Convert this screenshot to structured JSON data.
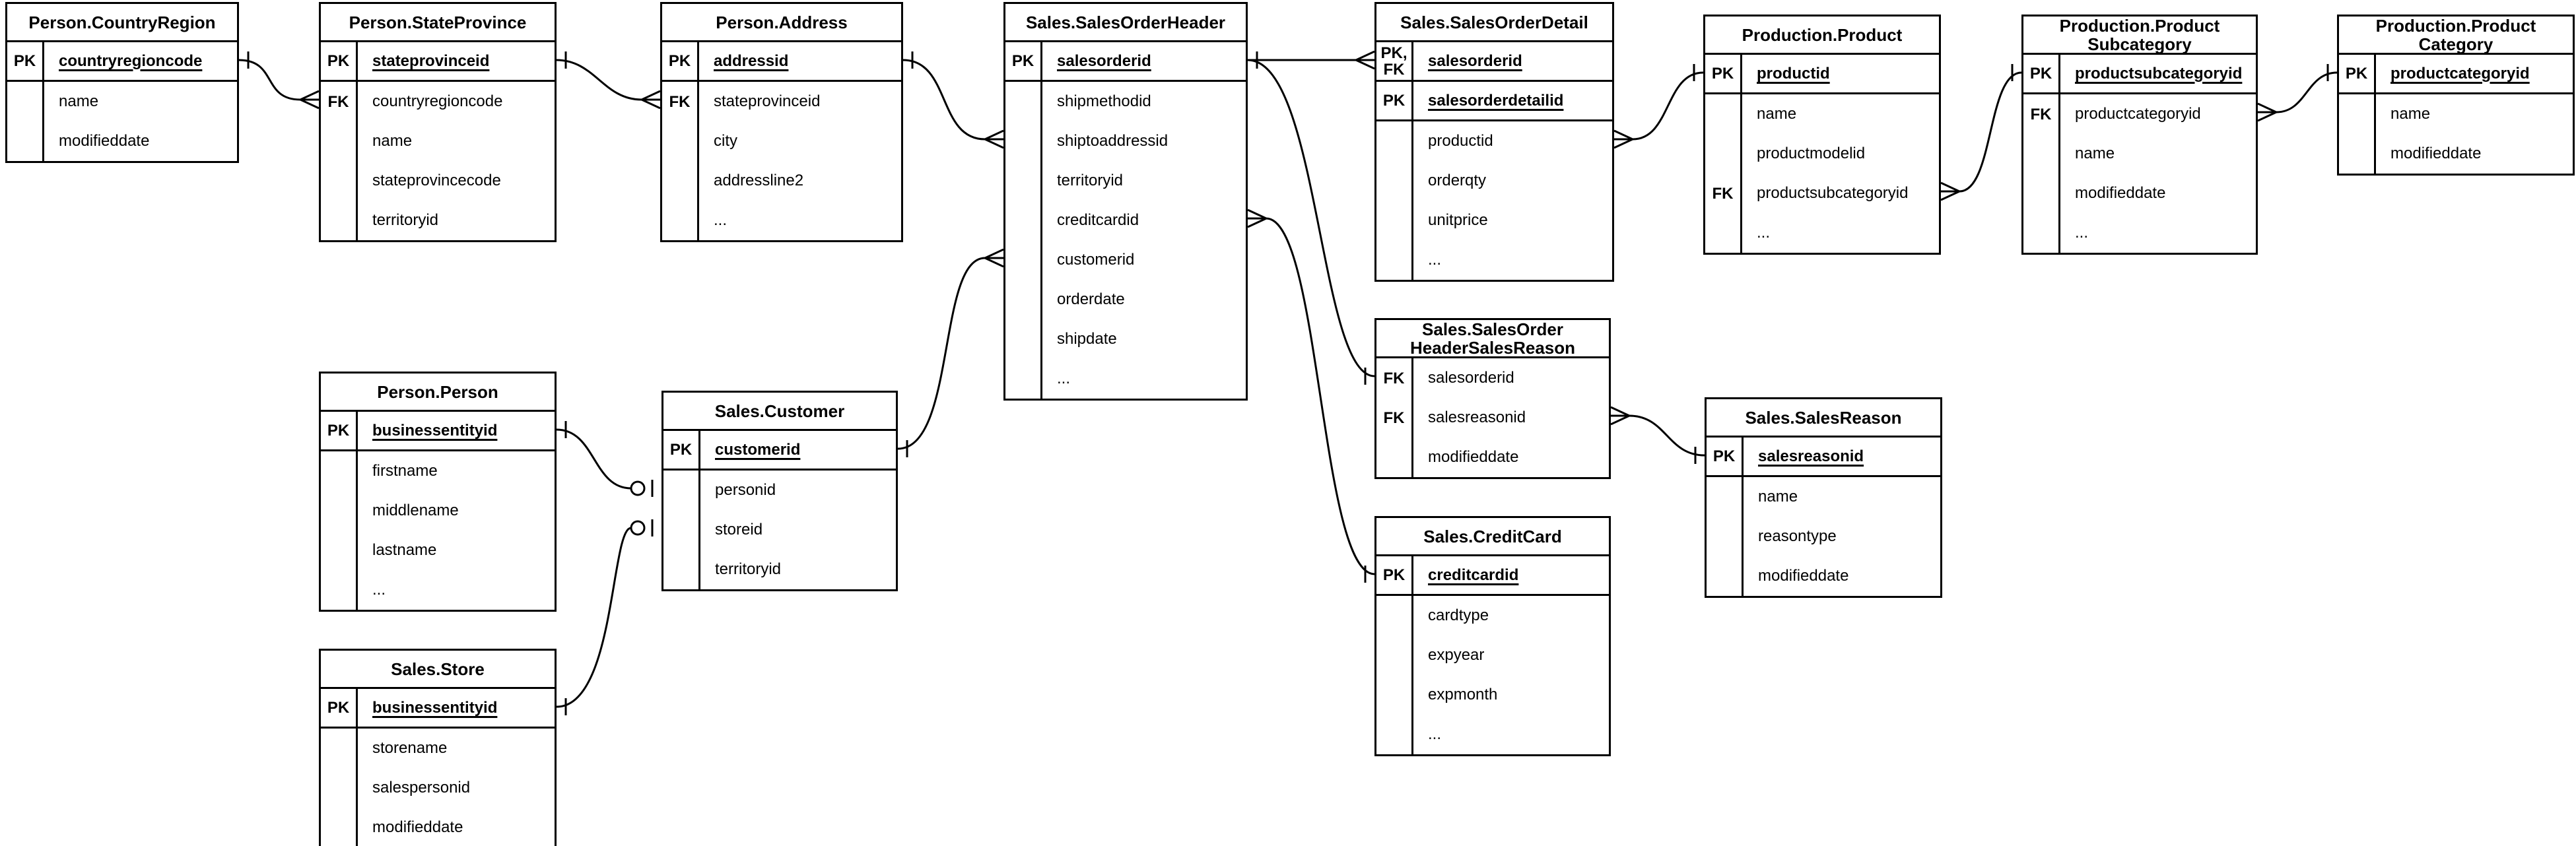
{
  "diagram": {
    "kind": "entity-relationship-diagram",
    "notation": {
      "one": "tick",
      "many": "crow-foot",
      "zero_or_one": "circle-tick"
    },
    "colors": {
      "line": "#000000",
      "background": "#ffffff",
      "table_background": "#ffffff",
      "text": "#000000"
    }
  },
  "tables": [
    {
      "title": "Person.CountryRegion",
      "rows": [
        {
          "key": "PK",
          "field": "countryregioncode"
        },
        {
          "key": "",
          "field": "name"
        },
        {
          "key": "",
          "field": "modifieddate"
        }
      ]
    },
    {
      "title": "Person.StateProvince",
      "rows": [
        {
          "key": "PK",
          "field": "stateprovinceid"
        },
        {
          "key": "FK",
          "field": "countryregioncode"
        },
        {
          "key": "",
          "field": "name"
        },
        {
          "key": "",
          "field": "stateprovincecode"
        },
        {
          "key": "",
          "field": "territoryid"
        }
      ]
    },
    {
      "title": "Person.Address",
      "rows": [
        {
          "key": "PK",
          "field": "addressid"
        },
        {
          "key": "FK",
          "field": "stateprovinceid"
        },
        {
          "key": "",
          "field": "city"
        },
        {
          "key": "",
          "field": "addressline2"
        },
        {
          "key": "",
          "field": "..."
        }
      ]
    },
    {
      "title": "Sales.SalesOrderHeader",
      "rows": [
        {
          "key": "PK",
          "field": "salesorderid"
        },
        {
          "key": "",
          "field": "shipmethodid"
        },
        {
          "key": "",
          "field": "shiptoaddressid"
        },
        {
          "key": "",
          "field": "territoryid"
        },
        {
          "key": "",
          "field": "creditcardid"
        },
        {
          "key": "",
          "field": "customerid"
        },
        {
          "key": "",
          "field": "orderdate"
        },
        {
          "key": "",
          "field": "shipdate"
        },
        {
          "key": "",
          "field": "..."
        }
      ]
    },
    {
      "title": "Sales.SalesOrderDetail",
      "rows": [
        {
          "key": "PK,\nFK",
          "field": "salesorderid"
        },
        {
          "key": "PK",
          "field": "salesorderdetailid"
        },
        {
          "key": "",
          "field": "productid"
        },
        {
          "key": "",
          "field": "orderqty"
        },
        {
          "key": "",
          "field": "unitprice"
        },
        {
          "key": "",
          "field": "..."
        }
      ]
    },
    {
      "title": "Production.Product",
      "rows": [
        {
          "key": "PK",
          "field": "productid"
        },
        {
          "key": "",
          "field": "name"
        },
        {
          "key": "",
          "field": "productmodelid"
        },
        {
          "key": "FK",
          "field": "productsubcategoryid"
        },
        {
          "key": "",
          "field": "..."
        }
      ]
    },
    {
      "title": "Production.Product\nSubcategory",
      "rows": [
        {
          "key": "PK",
          "field": "productsubcategoryid"
        },
        {
          "key": "FK",
          "field": "productcategoryid"
        },
        {
          "key": "",
          "field": "name"
        },
        {
          "key": "",
          "field": "modifieddate"
        },
        {
          "key": "",
          "field": "..."
        }
      ]
    },
    {
      "title": "Production.Product\nCategory",
      "rows": [
        {
          "key": "PK",
          "field": "productcategoryid"
        },
        {
          "key": "",
          "field": "name"
        },
        {
          "key": "",
          "field": "modifieddate"
        }
      ]
    },
    {
      "title": "Person.Person",
      "rows": [
        {
          "key": "PK",
          "field": "businessentityid"
        },
        {
          "key": "",
          "field": "firstname"
        },
        {
          "key": "",
          "field": "middlename"
        },
        {
          "key": "",
          "field": "lastname"
        },
        {
          "key": "",
          "field": "..."
        }
      ]
    },
    {
      "title": "Sales.Customer",
      "rows": [
        {
          "key": "PK",
          "field": "customerid"
        },
        {
          "key": "",
          "field": "personid"
        },
        {
          "key": "",
          "field": "storeid"
        },
        {
          "key": "",
          "field": "territoryid"
        }
      ]
    },
    {
      "title": "Sales.SalesOrder\nHeaderSalesReason",
      "rows": [
        {
          "key": "FK",
          "field": "salesorderid"
        },
        {
          "key": "FK",
          "field": "salesreasonid"
        },
        {
          "key": "",
          "field": "modifieddate"
        }
      ]
    },
    {
      "title": "Sales.SalesReason",
      "rows": [
        {
          "key": "PK",
          "field": "salesreasonid"
        },
        {
          "key": "",
          "field": "name"
        },
        {
          "key": "",
          "field": "reasontype"
        },
        {
          "key": "",
          "field": "modifieddate"
        }
      ]
    },
    {
      "title": "Sales.CreditCard",
      "rows": [
        {
          "key": "PK",
          "field": "creditcardid"
        },
        {
          "key": "",
          "field": "cardtype"
        },
        {
          "key": "",
          "field": "expyear"
        },
        {
          "key": "",
          "field": "expmonth"
        },
        {
          "key": "",
          "field": "..."
        }
      ]
    },
    {
      "title": "Sales.Store",
      "rows": [
        {
          "key": "PK",
          "field": "businessentityid"
        },
        {
          "key": "",
          "field": "storename"
        },
        {
          "key": "",
          "field": "salespersonid"
        },
        {
          "key": "",
          "field": "modifieddate"
        }
      ]
    }
  ],
  "relationships": [
    {
      "from": "Person.CountryRegion.countryregioncode",
      "from_cardinality": "one",
      "to": "Person.StateProvince.countryregioncode",
      "to_cardinality": "many"
    },
    {
      "from": "Person.StateProvince.stateprovinceid",
      "from_cardinality": "one",
      "to": "Person.Address.stateprovinceid",
      "to_cardinality": "many"
    },
    {
      "from": "Person.Address.addressid",
      "from_cardinality": "one",
      "to": "Sales.SalesOrderHeader.shiptoaddressid",
      "to_cardinality": "many"
    },
    {
      "from": "Sales.Customer.customerid",
      "from_cardinality": "one",
      "to": "Sales.SalesOrderHeader.customerid",
      "to_cardinality": "many"
    },
    {
      "from": "Sales.SalesOrderHeader.salesorderid",
      "from_cardinality": "one",
      "to": "Sales.SalesOrderDetail.salesorderid",
      "to_cardinality": "many"
    },
    {
      "from": "Sales.SalesOrderHeader.salesorderid",
      "from_cardinality": "one",
      "to": "Sales.SalesOrderHeaderSalesReason.salesorderid",
      "to_cardinality": "one"
    },
    {
      "from": "Sales.CreditCard.creditcardid",
      "from_cardinality": "one",
      "to": "Sales.SalesOrderHeader.creditcardid",
      "to_cardinality": "many"
    },
    {
      "from": "Production.Product.productid",
      "from_cardinality": "one",
      "to": "Sales.SalesOrderDetail.productid",
      "to_cardinality": "many"
    },
    {
      "from": "Production.ProductSubcategory.productsubcategoryid",
      "from_cardinality": "one",
      "to": "Production.Product.productsubcategoryid",
      "to_cardinality": "many"
    },
    {
      "from": "Production.ProductCategory.productcategoryid",
      "from_cardinality": "one",
      "to": "Production.ProductSubcategory.productcategoryid",
      "to_cardinality": "many"
    },
    {
      "from": "Sales.SalesReason.salesreasonid",
      "from_cardinality": "one",
      "to": "Sales.SalesOrderHeaderSalesReason.salesreasonid",
      "to_cardinality": "many"
    },
    {
      "from": "Person.Person.businessentityid",
      "from_cardinality": "one",
      "to": "Sales.Customer.personid",
      "to_cardinality": "zero-or-one"
    },
    {
      "from": "Sales.Store.businessentityid",
      "from_cardinality": "one",
      "to": "Sales.Customer.storeid",
      "to_cardinality": "zero-or-one"
    }
  ]
}
